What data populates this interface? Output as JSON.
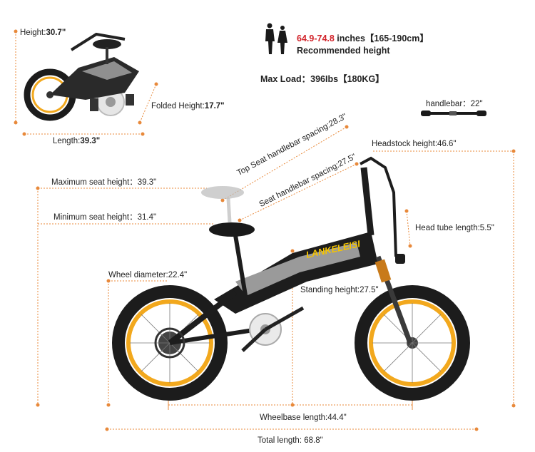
{
  "colors": {
    "dimension_line": "#e8893a",
    "tire": "#1c1c1c",
    "rim": "#f2a81d",
    "frame_dark": "#1a1a1a",
    "frame_grey": "#9a9a9a",
    "brand_yellow": "#f5c400",
    "range_red": "#d2232a"
  },
  "folded": {
    "height_label": "Height:",
    "height_value": "30.7\"",
    "folded_height_label": "Folded Height:",
    "folded_height_value": "17.7\"",
    "length_label": "Length:",
    "length_value": "39.3\""
  },
  "rider": {
    "icon": "person-silhouette-icon",
    "range": "64.9-74.8",
    "range_suffix": " inches【165-190cm】",
    "caption": "Recommended height"
  },
  "max_load": "Max Load：396Ibs【180KG】",
  "handlebar": {
    "label": "handlebar：22\"",
    "icon": "handlebar-icon"
  },
  "dimensions": {
    "headstock_height": "Headstock height:46.6\"",
    "top_seat_spacing": "Top Seat handlebar spacing:28.3\"",
    "seat_spacing": "Seat handlebar spacing:27.5\"",
    "max_seat_height": "Maximum seat height：39.3\"",
    "min_seat_height": "Minimum seat height：31.4\"",
    "head_tube_length": "Head tube length:5.5\"",
    "wheel_diameter": "Wheel diameter:22.4\"",
    "standing_height": "Standing height:27.5\"",
    "wheelbase_length": "Wheelbase length:44.4\"",
    "total_length": "Total length: 68.8\""
  },
  "brand_text": "LANKELEISI"
}
